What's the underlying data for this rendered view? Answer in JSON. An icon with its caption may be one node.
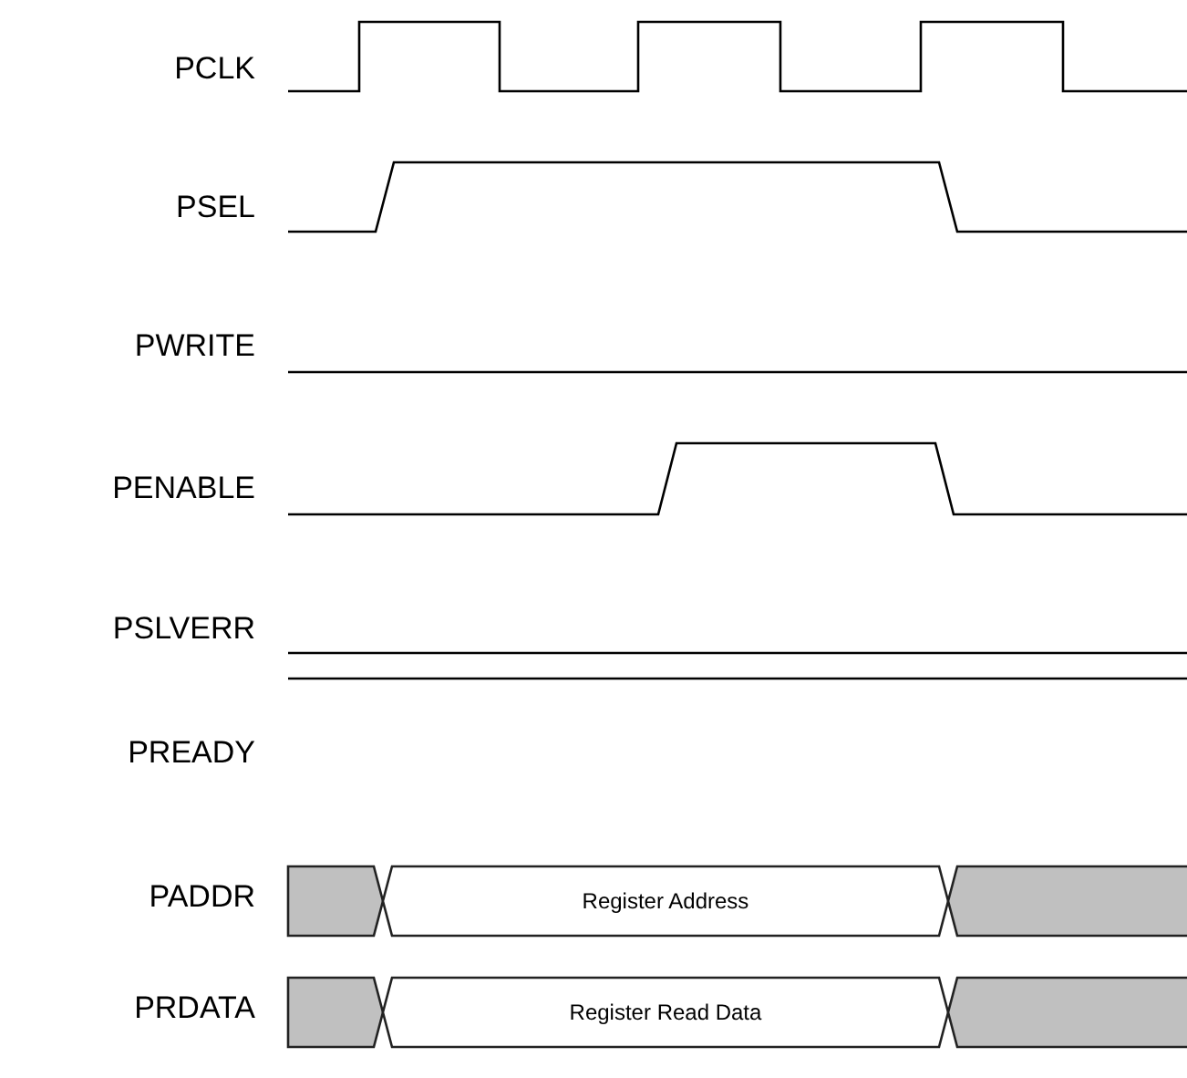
{
  "diagram": {
    "nodes": [
      {
        "text": [],
        "shape": "box"
      },
      {
        "text": [
          "Register Address"
        ]
      },
      {
        "text": [],
        "shape": "box"
      },
      {
        "text": [],
        "shape": "box"
      },
      {
        "text": [
          "Register Read Data"
        ]
      },
      {
        "text": [],
        "shape": "box"
      }
    ],
    "labels": [
      "PCLK",
      "PSEL",
      "PWRITE",
      "PENABLE",
      "PSLVERR",
      "PREADY",
      "PADDR",
      "PRDATA"
    ]
  }
}
